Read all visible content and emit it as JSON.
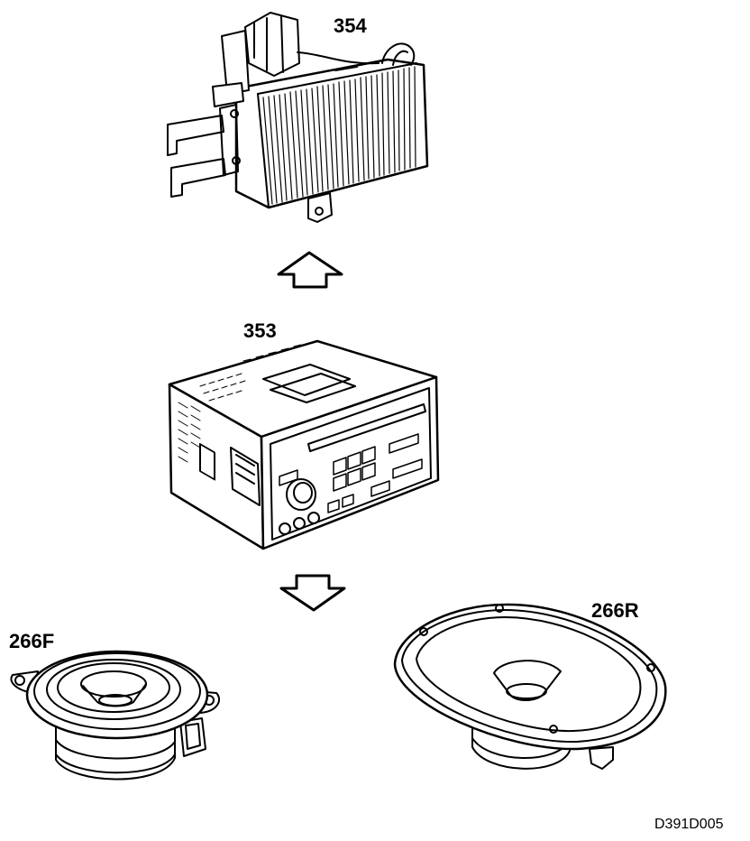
{
  "labels": {
    "amplifier": "354",
    "radio_unit": "353",
    "front_speaker": "266F",
    "rear_speaker": "266R"
  },
  "reference": "D391D005",
  "colors": {
    "ink": "#000000",
    "paper": "#ffffff"
  },
  "icons": {
    "up_arrow": "arrow-up-icon",
    "down_arrow": "arrow-down-icon"
  }
}
